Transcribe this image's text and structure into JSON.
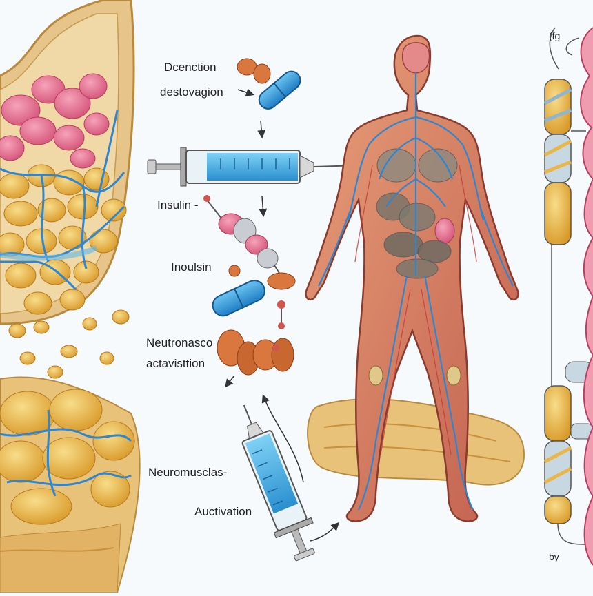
{
  "labels": {
    "decenction": "Dcenction",
    "destovagion": "destovagion",
    "insulin_1": "Insulin -",
    "insulin_2": "Inoulsin",
    "neuronasco": "Neutronasco",
    "activation_1": "actavisttion",
    "neuromuscular": "Neuromusclas-",
    "activation_2": "Auctivation",
    "corner_top": "(fg",
    "corner_bottom": "by"
  },
  "colors": {
    "background": "#f7fafc",
    "fat_yellow": "#e9b64a",
    "fat_light": "#f3d27c",
    "tissue_pink": "#e9708f",
    "vessel_blue": "#3a8fd6",
    "capsule_blue": "#2f9bd8",
    "muscle_red": "#c95a5a",
    "arrow_dark": "#333333"
  },
  "icons": [
    "tissue-cross-section",
    "capsule-icon",
    "syringe-icon",
    "human-body-figure",
    "insulin-molecule",
    "muscle-fiber-column"
  ]
}
